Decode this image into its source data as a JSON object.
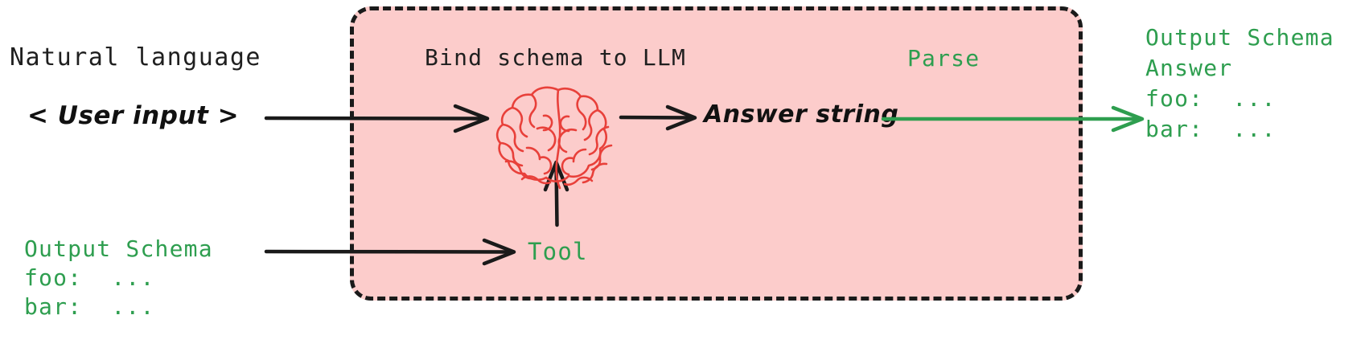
{
  "diagram": {
    "title": "Bind schema to LLM / Parse flow",
    "colors": {
      "panel_fill": "#fccccb",
      "panel_border": "#1a1a1a",
      "green_accent": "#2e9e4f",
      "brain_red": "#e8403a",
      "text_dark": "#1f1f1f",
      "background": "#ffffff"
    }
  },
  "left": {
    "natural_language_label": "Natural language",
    "user_input_text": "< User input >",
    "schema_input": {
      "heading": "Output Schema",
      "lines": [
        "foo:  ...",
        "bar:  ..."
      ]
    }
  },
  "panel": {
    "title": "Bind schema to LLM",
    "parse_label": "Parse",
    "answer_string_label": "Answer string",
    "tool_label": "Tool",
    "brain_icon_name": "brain-icon"
  },
  "right": {
    "schema_output": {
      "heading": "Output Schema",
      "lines": [
        "Answer",
        "foo:  ...",
        "bar:  ..."
      ]
    }
  },
  "arrows": {
    "user_input_to_llm": "user-input-to-llm-arrow",
    "llm_to_answer": "llm-to-answer-arrow",
    "tool_to_llm": "tool-to-llm-arrow",
    "schema_to_tool": "schema-to-tool-arrow",
    "answer_to_output": "answer-to-output-arrow"
  }
}
